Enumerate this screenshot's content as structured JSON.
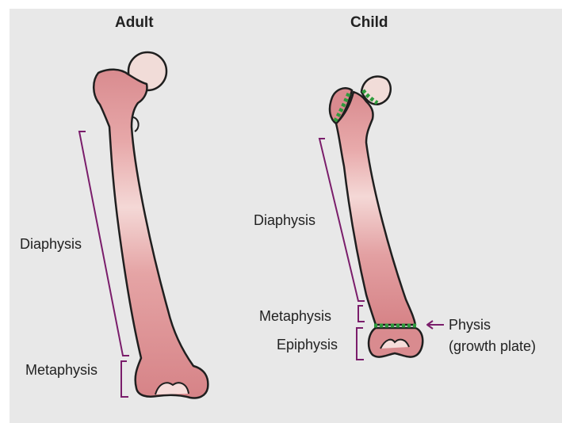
{
  "colors": {
    "bone_fill": "#d98b8f",
    "bone_highlight": "#f6dcda",
    "bone_outline": "#1f1f1f",
    "joint_head": "#f1dcd8",
    "growth_plate": "#2e9b3c",
    "bracket": "#7a1d6b",
    "panel_bg": "#e8e8e8"
  },
  "adult": {
    "title": "Adult",
    "labels": {
      "diaphysis": "Diaphysis",
      "metaphysis": "Metaphysis"
    }
  },
  "child": {
    "title": "Child",
    "labels": {
      "diaphysis": "Diaphysis",
      "metaphysis": "Metaphysis",
      "epiphysis": "Epiphysis",
      "physis": "Physis",
      "physis_note": "(growth plate)"
    }
  }
}
